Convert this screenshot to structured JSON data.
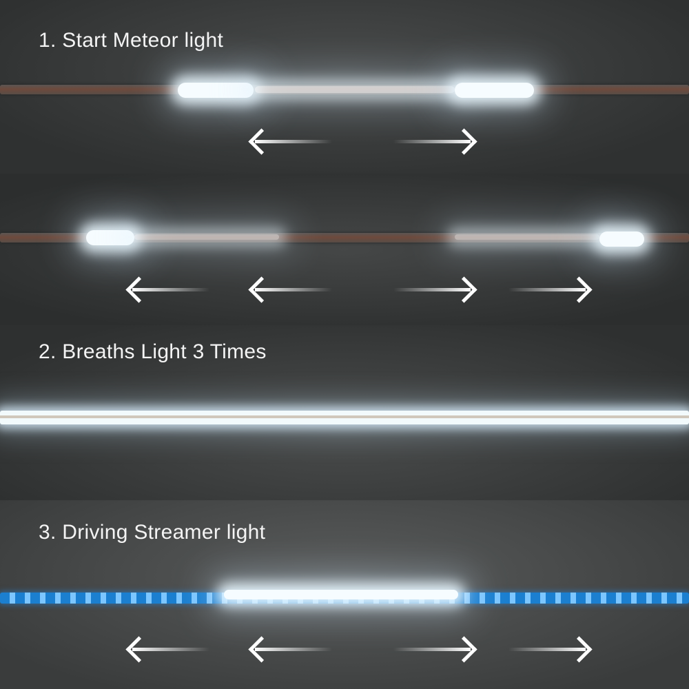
{
  "sections": [
    {
      "title": "1. Start Meteor light"
    },
    {
      "title": "2. Breaths Light 3 Times"
    },
    {
      "title": "3. Driving Streamer light"
    }
  ],
  "colors": {
    "strip_white": "#f2fafc",
    "strip_blue": "#1b7fd0",
    "background": "#333535"
  },
  "icons": [
    "arrow-left-icon",
    "arrow-right-icon"
  ]
}
